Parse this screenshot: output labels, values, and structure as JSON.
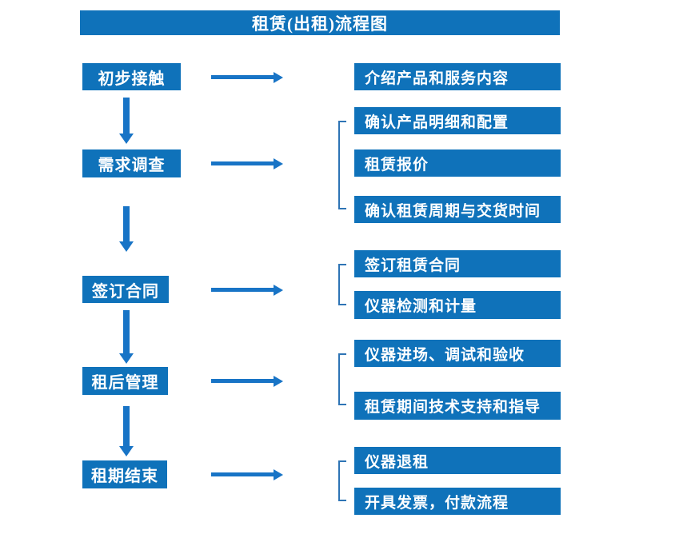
{
  "title": "租赁(出租)流程图",
  "colors": {
    "box_blue": "#0F72BA",
    "arrow_blue": "#1874C6",
    "bracket_blue": "#2E74B5"
  },
  "stages": [
    {
      "label": "初步接触",
      "outputs": [
        "介绍产品和服务内容"
      ]
    },
    {
      "label": "需求调查",
      "outputs": [
        "确认产品明细和配置",
        "租赁报价",
        "确认租赁周期与交货时间"
      ]
    },
    {
      "label": "签订合同",
      "outputs": [
        "签订租赁合同",
        "仪器检测和计量"
      ]
    },
    {
      "label": "租后管理",
      "outputs": [
        "仪器进场、调试和验收",
        "租赁期间技术支持和指导"
      ]
    },
    {
      "label": "租期结束",
      "outputs": [
        "仪器退租",
        "开具发票，付款流程"
      ]
    }
  ]
}
